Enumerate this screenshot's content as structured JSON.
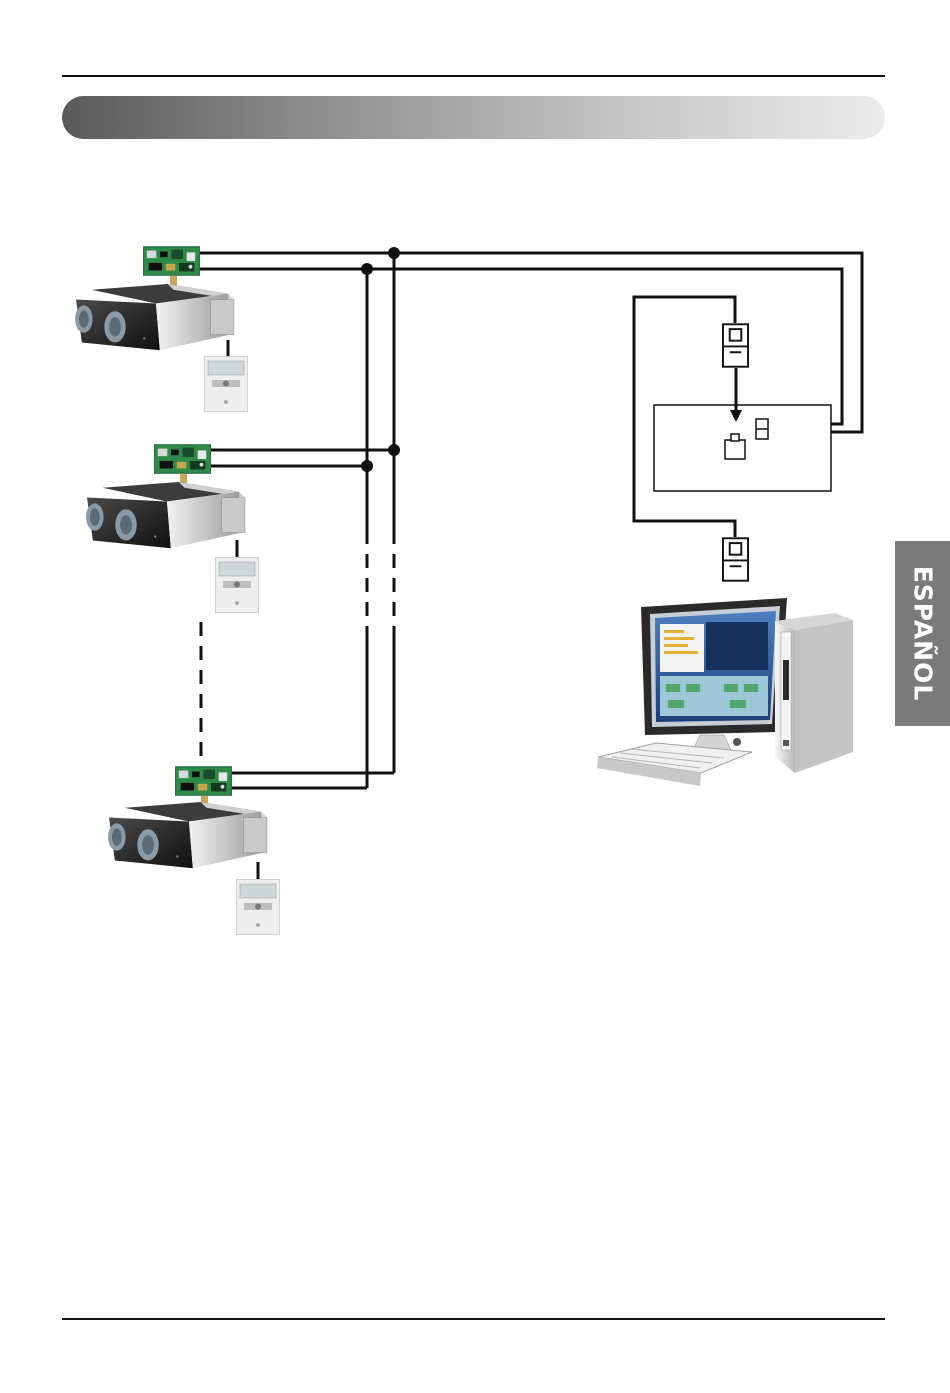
{
  "header": {
    "section_title": ""
  },
  "side_tab": {
    "label": "ESPAÑOL"
  },
  "diagram": {
    "ventilation_units": [
      {
        "id": "unit-1",
        "components": [
          "pcb-board",
          "ventilation-unit",
          "wired-remote-controller"
        ]
      },
      {
        "id": "unit-2",
        "components": [
          "pcb-board",
          "ventilation-unit",
          "wired-remote-controller"
        ]
      },
      {
        "id": "unit-3",
        "components": [
          "pcb-board",
          "ventilation-unit",
          "wired-remote-controller"
        ]
      }
    ],
    "icons": [
      "pcb-icon",
      "ventilation-unit-icon",
      "remote-controller-icon",
      "connector-icon",
      "computer-monitor-icon",
      "computer-tower-icon",
      "keyboard-icon"
    ]
  }
}
